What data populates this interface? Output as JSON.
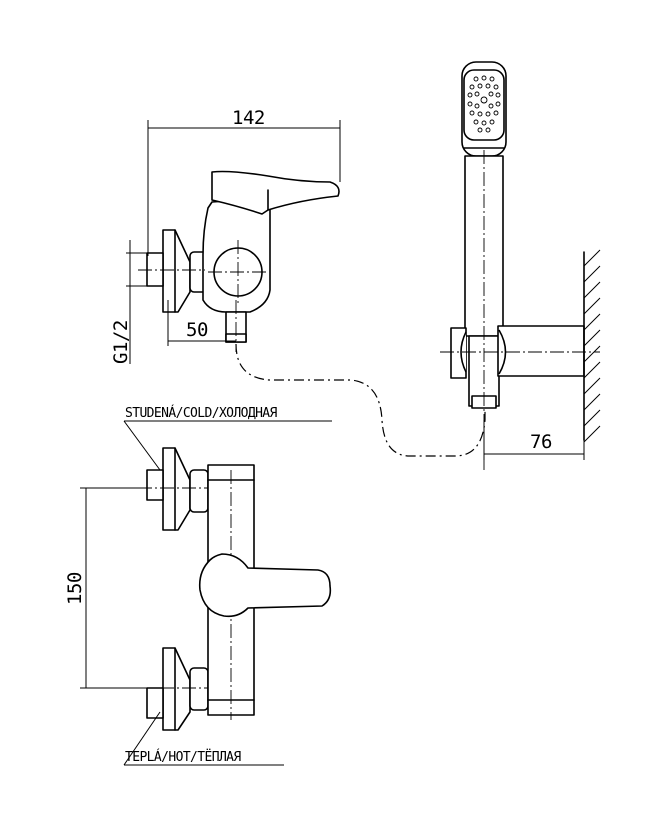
{
  "dimensions": {
    "width_top": "142",
    "outlet_offset": "50",
    "thread": "G1/2",
    "wall_bracket": "76",
    "inlet_spacing": "150"
  },
  "labels": {
    "cold": "STUDENÁ/COLD/ХОЛОДНАЯ",
    "hot": "TEPLÁ/HOT/TËПЛАЯ"
  }
}
